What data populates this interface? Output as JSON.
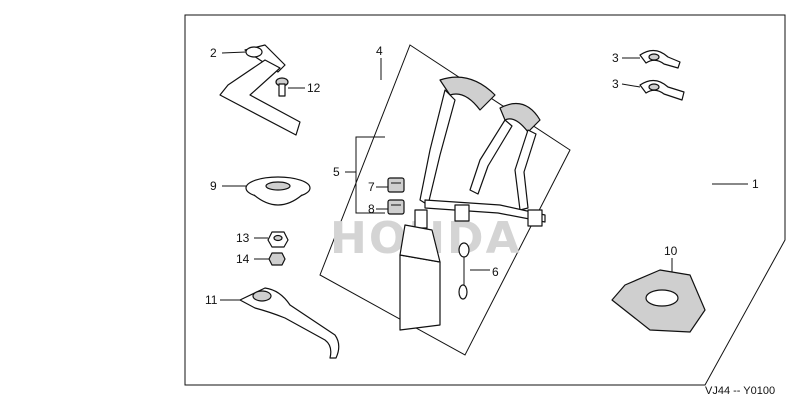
{
  "watermark": "HONDA",
  "diagram_code": "VJ44 -- Y0100",
  "callouts": {
    "c1": "1",
    "c2": "2",
    "c3a": "3",
    "c3b": "3",
    "c4": "4",
    "c5": "5",
    "c6": "6",
    "c7": "7",
    "c8": "8",
    "c9": "9",
    "c10": "10",
    "c11": "11",
    "c12": "12",
    "c13": "13",
    "c14": "14"
  },
  "colors": {
    "line": "#111111",
    "watermark": "#d4d4d4",
    "shade": "#cfcfcf"
  }
}
